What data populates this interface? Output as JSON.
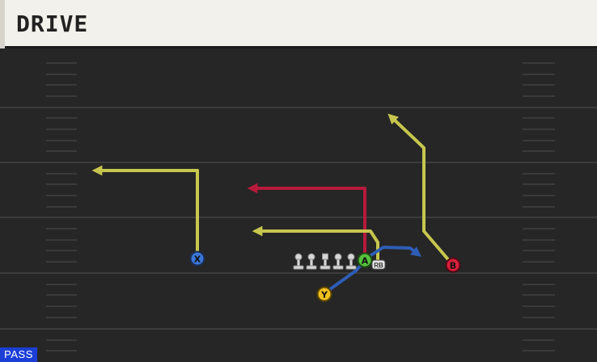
{
  "header": {
    "title": "DRIVE"
  },
  "play_type": "PASS",
  "buttons": {
    "x": {
      "label": "X",
      "color": "#3a77d8"
    },
    "y": {
      "label": "Y",
      "color": "#f0c020"
    },
    "a": {
      "label": "A",
      "color": "#55c13c"
    },
    "b": {
      "label": "B",
      "color": "#d8203a"
    }
  },
  "rb_label": "RB",
  "route_colors": {
    "yellow": "#c7c64e",
    "red": "#b7193a",
    "blue": "#2e5db5"
  }
}
